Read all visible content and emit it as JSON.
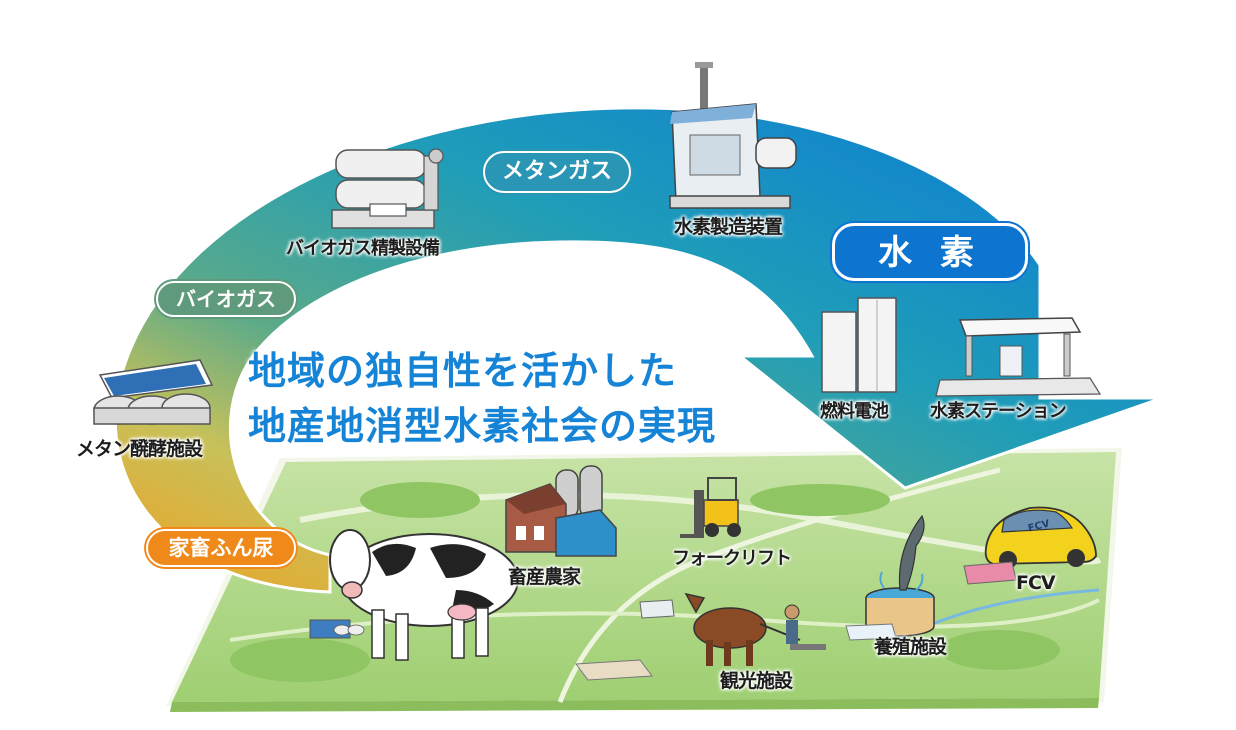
{
  "headline": {
    "line1": "地域の独自性を活かした",
    "line2": "地産地消型水素社会の実現"
  },
  "flow_labels": {
    "manure": "家畜ふん尿",
    "biogas": "バイオガス",
    "methane": "メタンガス",
    "hydrogen": "水 素"
  },
  "facility_labels": {
    "fermentation": "メタン醗酵施設",
    "refinery": "バイオガス精製設備",
    "h2_plant": "水素製造装置",
    "fuel_cell": "燃料電池",
    "h2_station": "水素ステーション",
    "livestock_farm": "畜産農家",
    "forklift": "フォークリフト",
    "tourism": "観光施設",
    "aquaculture": "養殖施設",
    "fcv": "FCV"
  },
  "vehicle_badge": "FCV",
  "colors": {
    "arrow_orange": "#f0a020",
    "arrow_green": "#5aaa8a",
    "arrow_teal": "#1f9db8",
    "arrow_blue": "#0b78d9",
    "headline_blue": "#1583d6",
    "ground_green": "#b5d98a",
    "pill_orange": "#ef8a1a",
    "pill_green": "#5f9a7d",
    "pill_teal": "#2896b4",
    "pill_blue": "#0d74d0"
  }
}
